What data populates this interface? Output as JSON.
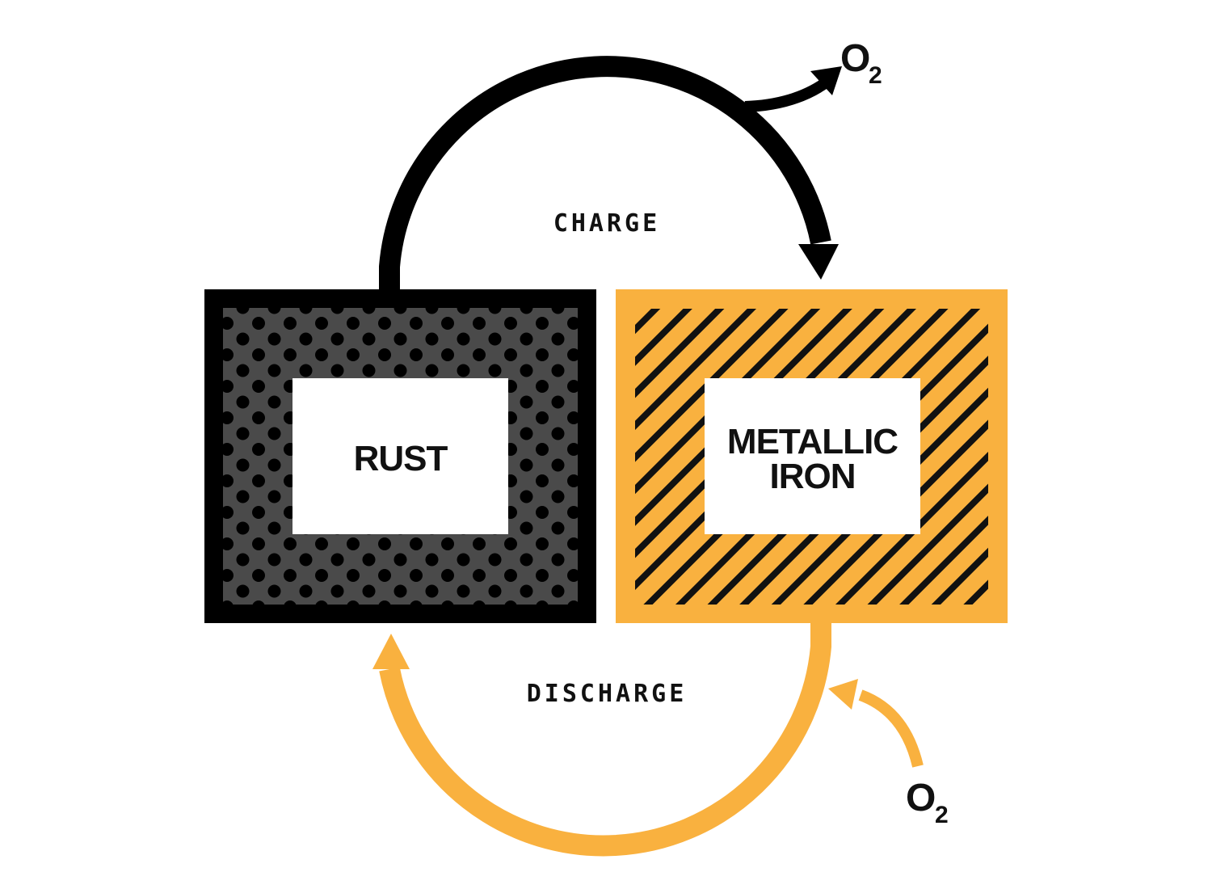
{
  "colors": {
    "rust_border": "#000000",
    "rust_fill": "#4a4a4a",
    "rust_dots": "#000000",
    "iron_border": "#f9b13f",
    "iron_stripes": "#111111",
    "charge_arrow": "#000000",
    "discharge_arrow": "#f9b13f",
    "label_box": "#ffffff",
    "text": "#111111"
  },
  "boxes": {
    "rust": {
      "label": "RUST"
    },
    "metallic_iron": {
      "line1": "METALLIC",
      "line2": "IRON"
    }
  },
  "flows": {
    "charge": {
      "label": "CHARGE"
    },
    "discharge": {
      "label": "DISCHARGE"
    }
  },
  "gases": {
    "released": {
      "symbol": "O",
      "subscript": "2"
    },
    "consumed": {
      "symbol": "O",
      "subscript": "2"
    }
  }
}
